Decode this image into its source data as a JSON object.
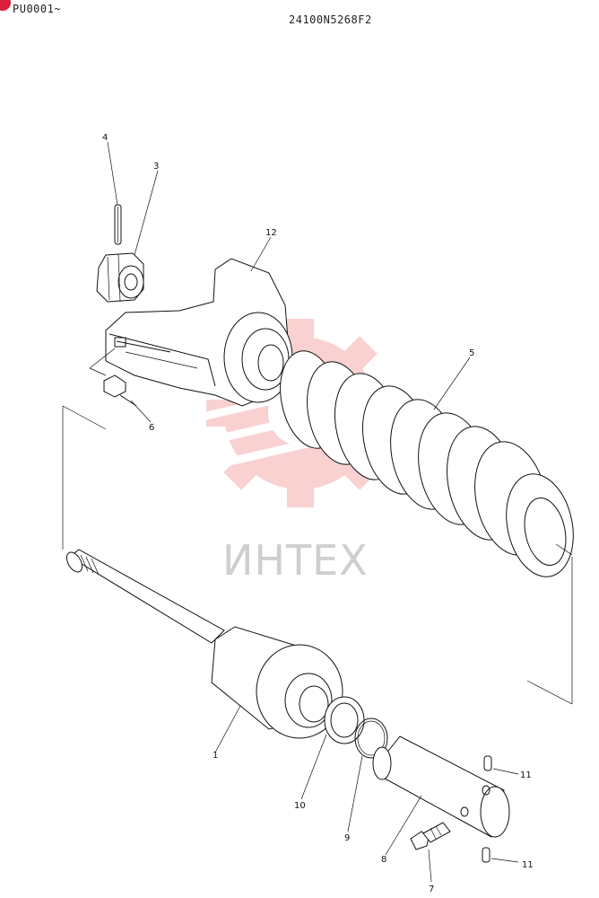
{
  "header": {
    "left_code": "PU0001~",
    "drawing_number": "24100N5268F2"
  },
  "watermark": {
    "text": "ИНТЕХ",
    "color": "#f29a9a"
  },
  "callouts": [
    "1",
    "3",
    "4",
    "5",
    "6",
    "7",
    "8",
    "9",
    "10",
    "11",
    "11",
    "12"
  ],
  "colors": {
    "line": "#111111",
    "corner_mark": "#d8203a"
  }
}
